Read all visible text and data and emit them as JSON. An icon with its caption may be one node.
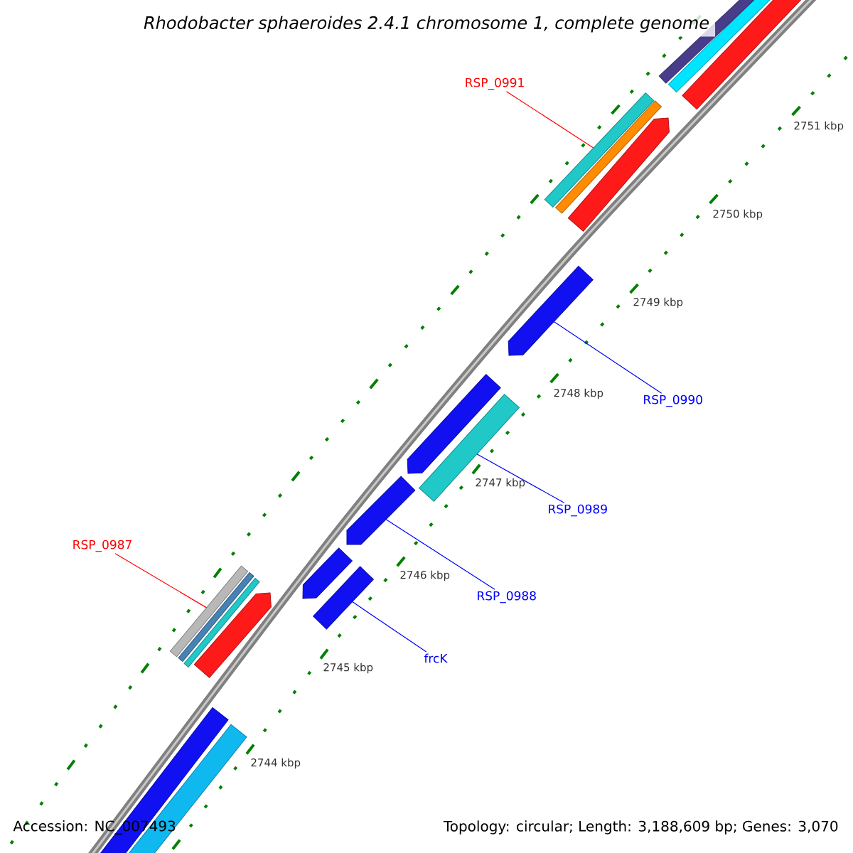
{
  "diagram": {
    "title": "Rhodobacter sphaeroides 2.4.1 chromosome 1, complete genome",
    "nodes": [
      {
        "text": [
          "RSP_0991"
        ]
      },
      {
        "text": [
          "RSP_0990"
        ]
      },
      {
        "text": [
          "RSP_0989"
        ]
      },
      {
        "text": [
          "RSP_0987"
        ]
      },
      {
        "text": [
          "RSP_0988"
        ]
      },
      {
        "text": [
          "frcK"
        ]
      },
      {
        "text": [],
        "shape": "bar"
      },
      {
        "text": [],
        "shape": "bar"
      },
      {
        "text": [],
        "shape": "bar"
      },
      {
        "text": [],
        "shape": "bar"
      },
      {
        "text": [],
        "shape": "bar"
      },
      {
        "text": [],
        "shape": "bar"
      },
      {
        "text": [],
        "shape": "bar"
      },
      {
        "text": [],
        "shape": "bar"
      },
      {
        "text": [],
        "shape": "bar"
      },
      {
        "text": [],
        "shape": "bar"
      },
      {
        "text": [],
        "shape": "bar"
      },
      {
        "text": [],
        "shape": "bar"
      },
      {
        "text": [],
        "shape": "bar"
      },
      {
        "text": [],
        "shape": "bar"
      },
      {
        "text": [],
        "shape": "bar"
      },
      {
        "text": [],
        "shape": "bar"
      },
      {
        "text": [],
        "shape": "bar"
      },
      {
        "text": [],
        "shape": "bar"
      }
    ],
    "edges": [
      {
        "from": 0,
        "to": 9,
        "arrow": "none",
        "color": "#ff0000"
      },
      {
        "from": 1,
        "to": 12,
        "arrow": "none"
      },
      {
        "from": 2,
        "to": 14,
        "arrow": "none"
      },
      {
        "from": 3,
        "to": 16,
        "arrow": "none",
        "color": "#ff0000"
      },
      {
        "from": 4,
        "to": 15,
        "arrow": "none"
      },
      {
        "from": 5,
        "to": 20,
        "arrow": "none"
      }
    ],
    "labels": [
      "2751 kbp",
      "2750 kbp",
      "2749 kbp",
      "2748 kbp",
      "2747 kbp",
      "2746 kbp",
      "2745 kbp",
      "2744 kbp",
      "Accession: NC_007493",
      "Topology: circular; Length: 3,188,609 bp; Genes: 3,070"
    ]
  }
}
